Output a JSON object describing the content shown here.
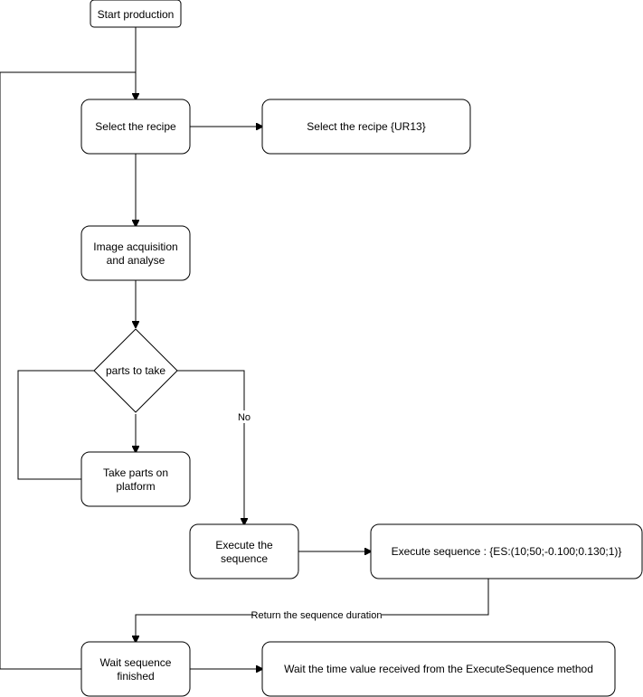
{
  "nodes": {
    "start": "Start production",
    "select_recipe": "Select the recipe",
    "select_recipe_cmd": "Select the recipe {UR13}",
    "image_acq_line1": "Image acquisition",
    "image_acq_line2": "and analyse",
    "decision": "parts to take",
    "take_parts_line1": "Take parts on",
    "take_parts_line2": "platform",
    "execute_line1": "Execute the",
    "execute_line2": "sequence",
    "execute_cmd": "Execute sequence : {ES:(10;50;-0.100;0.130;1)}",
    "wait_line1": "Wait sequence",
    "wait_line2": "finished",
    "wait_cmd": "Wait the time value received from the ExecuteSequence method"
  },
  "edges": {
    "no_label": "No",
    "return_label": "Return the sequence duration"
  }
}
